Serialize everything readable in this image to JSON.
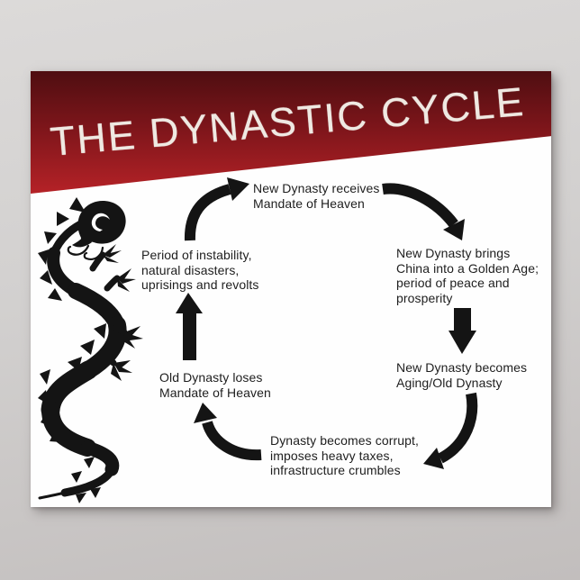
{
  "poster": {
    "title": "THE DYNASTIC CYCLE",
    "steps": {
      "receives": "New Dynasty receives\nMandate of Heaven",
      "golden_age": "New Dynasty brings\nChina into a Golden Age;\nperiod of peace and\nprosperity",
      "aging": "New Dynasty becomes\nAging/Old Dynasty",
      "corrupt": "Dynasty becomes corrupt,\nimposes heavy taxes,\ninfrastructure crumbles",
      "loses": "Old Dynasty loses\nMandate of Heaven",
      "instability": "Period of instability,\nnatural disasters,\nuprisings and revolts"
    },
    "icons": {
      "dragon": "chinese-dragon-silhouette-icon",
      "arrow_style": "thick-black-cycle-arrows"
    },
    "colors": {
      "banner_dark_red": "#4f0e11",
      "banner_red": "#b52227",
      "title_text": "#efe9e2",
      "diagram_text": "#1e1e1e",
      "arrow_black": "#141414",
      "poster_white": "#fefefe",
      "wall_gray_top": "#dcdad9",
      "wall_gray_bottom": "#c2bebd"
    }
  }
}
